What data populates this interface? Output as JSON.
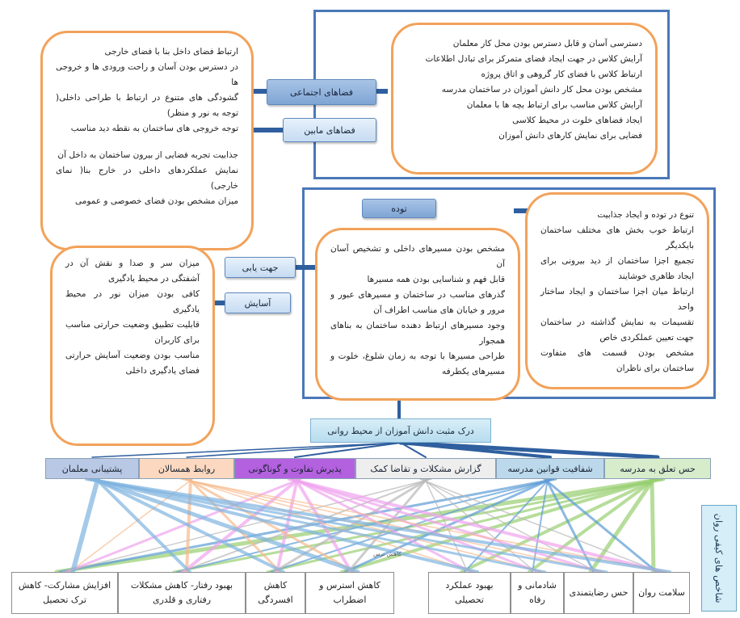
{
  "top_right_notes": [
    "دسترسی آسان و قابل دسترس بودن محل کار معلمان",
    "آرایش کلاس در جهت ایجاد فضای متمرکز برای تبادل اطلاعات",
    "ارتباط کلاس با فضای کار گروهی و اتاق پروژه",
    "مشخص بودن محل کار دانش آموزان در ساختمان مدرسه",
    "آرایش کلاس مناسب برای ارتباط بچه ها با معلمان",
    "ایجاد فضاهای خلوت در محیط کلاسی",
    "فضایی برای نمایش کارهای دانش آموزان"
  ],
  "top_left_notes": [
    "ارتباط فضای داخل بنا با فضای خارجی",
    "در دسترس بودن آسان و راحت ورودی ها و خروجی ها",
    "گشودگی های متنوع در ارتباط با طراحی داخلی( توجه به نور و منظر)",
    "توجه خروجی های ساختمان به نقطه دید مناسب",
    "",
    "جذابیت تجربه فضایی از بیرون ساختمان به داخل آن",
    "نمایش عملکردهای داخلی در خارج بنا( نمای خارجی)",
    "میزان مشخص بودن فضای خصوصی و عمومی"
  ],
  "mid_right_notes": [
    "تنوع در توده و ایجاد جذابیت",
    "ارتباط خوب بخش های مختلف ساختمان بایکدیگر",
    "تجمیع اجزا ساختمان از دید بیرونی برای ایجاد ظاهری خوشایند",
    "ارتباط میان اجزا ساختمان و ایجاد ساختار واحد",
    "تقسیمات به نمایش گذاشته در ساختمان جهت تعیین عملکردی خاص",
    "مشخص بودن قسمت های متفاوت ساختمان برای ناظران"
  ],
  "mid_center_notes": [
    "مشخص بودن مسیرهای داخلی و تشخیص آسان آن",
    "قابل فهم و شناسایی بودن همه مسیرها",
    "گذرهای مناسب در ساختمان و مسیرهای عبور و مرور و خیابان های مناسب اطراف آن",
    "وجود مسیرهای ارتباط دهنده ساختمان به بناهای همجوار",
    "طراحی مسیرها با توجه به زمان شلوغ، خلوت و مسیرهای یکطرفه"
  ],
  "bottom_left_notes": [
    "میزان سر و صدا و نقش آن در آشفتگی در محیط یادگیری",
    "کافی بودن میزان نور در محیط یادگیری",
    "قابلیت تطبیق وضعیت حرارتی مناسب برای کاربران",
    "مناسب بودن وضعیت آسایش حرارتی فضای یادگیری داخلی"
  ],
  "labels": {
    "social": "فضاهای اجتماعی",
    "between": "فضاهای مابین",
    "mass": "توده",
    "wayfinding": "جهت یابی",
    "comfort": "آسایش"
  },
  "central": "درک مثبت دانش آموزان از محیط روانی",
  "factors": [
    {
      "label": "حس تعلق به مدرسه",
      "color": "#d6eccb"
    },
    {
      "label": "شفافیت قوانین مدرسه",
      "color": "#bcd9ec"
    },
    {
      "label": "گزارش مشکلات و تقاضا کمک",
      "color": "#eeeeee"
    },
    {
      "label": "پذیرش تفاوت و گوناگونی",
      "color": "#b461e0"
    },
    {
      "label": "روابط همسالان",
      "color": "#fbd8bf"
    },
    {
      "label": "پشتیبانی معلمان",
      "color": "#b9c8e4"
    }
  ],
  "outcomes": [
    "سلامت روان",
    "حس رضایتمندی",
    "شادمانی و رفاه",
    "بهبود عملکرد تحصیلی",
    "کاهش استرس و اضطراب",
    "کاهش افسردگی",
    "بهبود رفتار- کاهش مشکلات رفتاری و قلدری",
    "افزایش مشارکت- کاهش ترک تحصیل"
  ],
  "small_label": "کاهش ترس",
  "sidebar_title": "شاخص های کیفی روان",
  "link_colors": {
    "belonging": "#97cf6f",
    "rules": "#5b9bd5",
    "reporting": "#b8b8b8",
    "diversity": "#f0a2ee",
    "peers": "#f6b98b",
    "teachers": "#7fb4e0"
  }
}
